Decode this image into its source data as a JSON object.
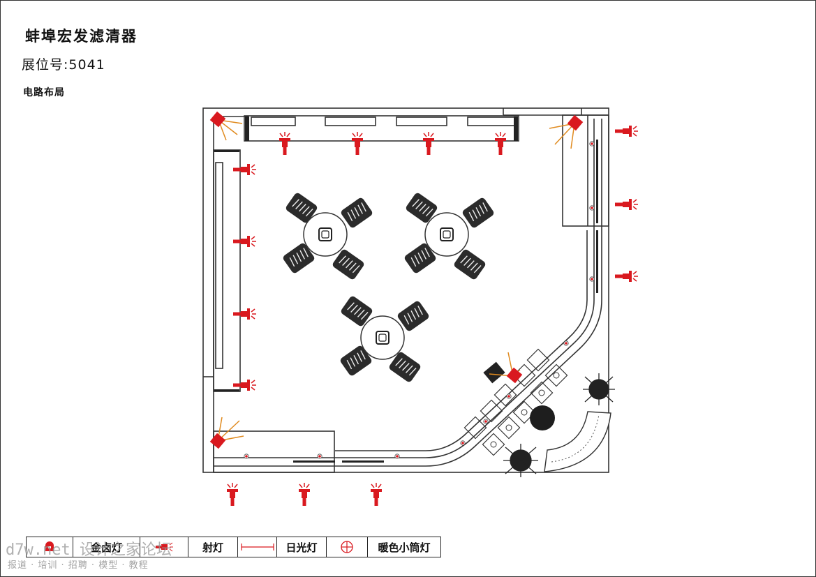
{
  "header": {
    "title": "蚌埠宏发滤清器",
    "booth_number": "展位号:5041",
    "section": "电路布局"
  },
  "legend": {
    "items": [
      {
        "icon": "halogen-lamp-icon",
        "label": "金卤灯"
      },
      {
        "icon": "spotlight-icon",
        "label": "射灯"
      },
      {
        "icon": "fluorescent-lamp-icon",
        "label": "日光灯"
      },
      {
        "icon": "warm-downlight-icon",
        "label": "暖色小筒灯"
      }
    ]
  },
  "watermark": {
    "site": "d7w.net 设计之家论坛",
    "tagline": "报道 · 培训 · 招聘 · 模型 · 教程"
  },
  "colors": {
    "lamp": "#d9191f",
    "ray": "#e08a1e",
    "line": "#333333"
  }
}
